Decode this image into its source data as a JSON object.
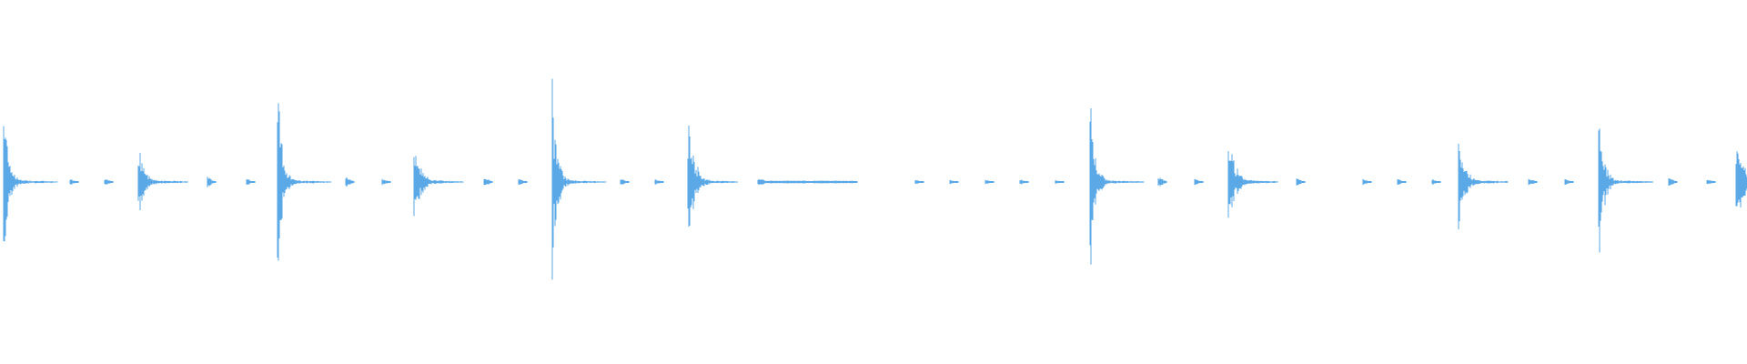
{
  "waveform": {
    "color": "#5aa9e6",
    "hits": [
      {
        "t": 0.002,
        "amp": 0.92,
        "kind": "strong"
      },
      {
        "t": 0.04,
        "amp": 0.03,
        "kind": "tick"
      },
      {
        "t": 0.06,
        "amp": 0.03,
        "kind": "tick"
      },
      {
        "t": 0.079,
        "amp": 0.34,
        "kind": "medium"
      },
      {
        "t": 0.119,
        "amp": 0.05,
        "kind": "tick"
      },
      {
        "t": 0.141,
        "amp": 0.03,
        "kind": "tick"
      },
      {
        "t": 0.159,
        "amp": 1.0,
        "kind": "strong"
      },
      {
        "t": 0.198,
        "amp": 0.05,
        "kind": "tick"
      },
      {
        "t": 0.219,
        "amp": 0.03,
        "kind": "tick"
      },
      {
        "t": 0.237,
        "amp": 0.4,
        "kind": "medium"
      },
      {
        "t": 0.277,
        "amp": 0.05,
        "kind": "tick"
      },
      {
        "t": 0.297,
        "amp": 0.03,
        "kind": "tick"
      },
      {
        "t": 0.316,
        "amp": 0.92,
        "kind": "strong"
      },
      {
        "t": 0.355,
        "amp": 0.03,
        "kind": "tick"
      },
      {
        "t": 0.375,
        "amp": 0.03,
        "kind": "tick"
      },
      {
        "t": 0.394,
        "amp": 0.58,
        "kind": "medium"
      },
      {
        "t": 0.434,
        "amp": 0.02,
        "kind": "sustain"
      },
      {
        "t": 0.524,
        "amp": 0.02,
        "kind": "tick"
      },
      {
        "t": 0.544,
        "amp": 0.02,
        "kind": "tick"
      },
      {
        "t": 0.564,
        "amp": 0.02,
        "kind": "tick"
      },
      {
        "t": 0.584,
        "amp": 0.03,
        "kind": "tick"
      },
      {
        "t": 0.604,
        "amp": 0.02,
        "kind": "tick"
      },
      {
        "t": 0.624,
        "amp": 1.0,
        "kind": "strong"
      },
      {
        "t": 0.663,
        "amp": 0.05,
        "kind": "tick"
      },
      {
        "t": 0.684,
        "amp": 0.03,
        "kind": "tick"
      },
      {
        "t": 0.703,
        "amp": 0.52,
        "kind": "medium"
      },
      {
        "t": 0.742,
        "amp": 0.04,
        "kind": "tick"
      },
      {
        "t": 0.78,
        "amp": 0.03,
        "kind": "tick"
      },
      {
        "t": 0.8,
        "amp": 0.03,
        "kind": "tick"
      },
      {
        "t": 0.82,
        "amp": 0.03,
        "kind": "tick"
      },
      {
        "t": 0.835,
        "amp": 0.4,
        "kind": "medium"
      },
      {
        "t": 0.875,
        "amp": 0.04,
        "kind": "tick"
      },
      {
        "t": 0.896,
        "amp": 0.03,
        "kind": "tick"
      },
      {
        "t": 0.915,
        "amp": 0.9,
        "kind": "strong"
      },
      {
        "t": 0.955,
        "amp": 0.04,
        "kind": "tick"
      },
      {
        "t": 0.977,
        "amp": 0.03,
        "kind": "tick"
      },
      {
        "t": 0.994,
        "amp": 0.55,
        "kind": "medium"
      }
    ]
  }
}
